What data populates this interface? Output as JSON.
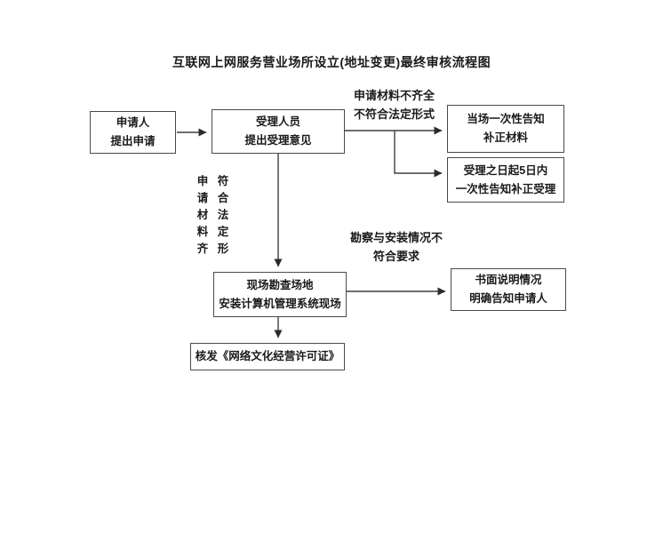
{
  "title": "互联网上网服务营业场所设立(地址变更)最终审核流程图",
  "nodes": {
    "applicant": {
      "line1": "申请人",
      "line2": "提出申请"
    },
    "acceptor": {
      "line1": "受理人员",
      "line2": "提出受理意见"
    },
    "onsite_notify": {
      "line1": "当场一次性告知",
      "line2": "补正材料"
    },
    "five_days": {
      "line1": "受理之日起5日内",
      "line2": "一次性告知补正受理"
    },
    "survey": {
      "line1": "现场勘查场地",
      "line2": "安装计算机管理系统现场"
    },
    "written": {
      "line1": "书面说明情况",
      "line2": "明确告知申请人"
    },
    "license": {
      "line1": "核发《网络文化经营许可证》"
    }
  },
  "edge_labels": {
    "incomplete": {
      "line1": "申请材料不齐全",
      "line2": "不符合法定形式"
    },
    "not_meet": {
      "line1": "勘察与安装情况不",
      "line2": "符合要求"
    },
    "vertical_left": "申请材料齐",
    "vertical_right": "符合法定形"
  },
  "colors": {
    "line": "#3f3f3f",
    "text": "#1a1a1a",
    "background": "#ffffff"
  }
}
